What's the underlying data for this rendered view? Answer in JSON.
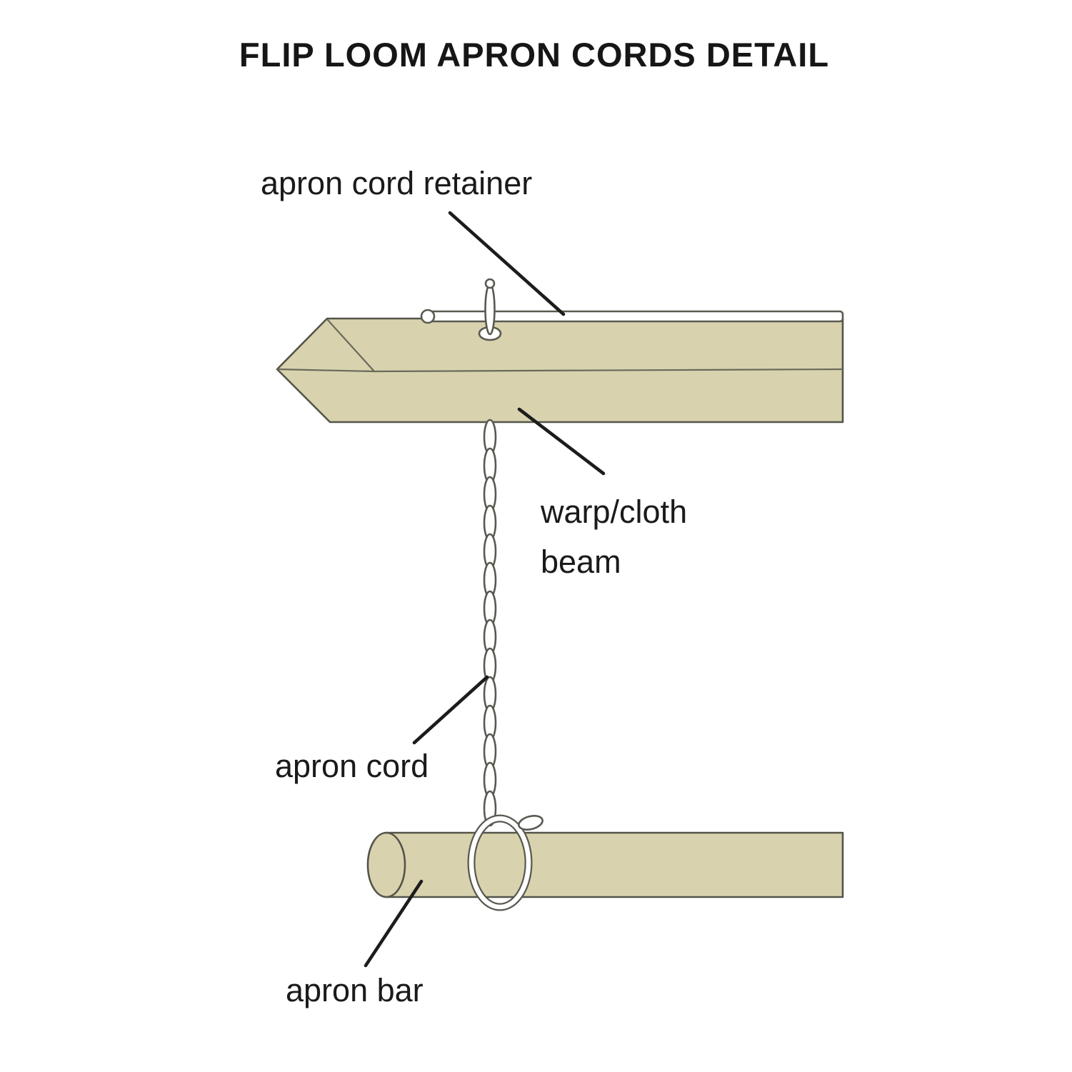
{
  "title": "FLIP LOOM APRON CORDS DETAIL",
  "labels": {
    "retainer": "apron cord retainer",
    "beam_line1": "warp/cloth",
    "beam_line2": "beam",
    "cord": "apron cord",
    "bar": "apron bar"
  },
  "colors": {
    "wood": "#d8d3ae",
    "outline": "#55544a",
    "leader": "#1c1c1c",
    "text": "#1a1a1a",
    "cord_fill": "#ffffff"
  }
}
